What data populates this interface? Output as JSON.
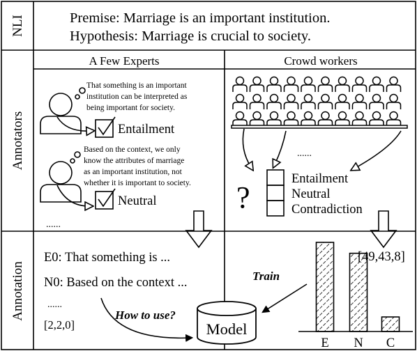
{
  "rows": {
    "nli": "NLI",
    "annotators": "Annotators",
    "annotation": "Annotation"
  },
  "nli": {
    "premise": "Premise: Marriage is an important institution.",
    "hypothesis": "Hypothesis: Marriage is crucial to society."
  },
  "columns": {
    "experts": "A Few Experts",
    "crowd": "Crowd workers"
  },
  "experts": {
    "thought1": [
      "That something is an important",
      "institution can be interpreted as",
      "being important for society."
    ],
    "label1": "Entailment",
    "thought2": [
      "Based on the context, we only",
      "know the attributes of marriage",
      "as an important institution, not",
      "whether it is important to society."
    ],
    "label2": "Neutral",
    "ellipsis": "......"
  },
  "crowd": {
    "ellipsis": "......",
    "question_mark": "?",
    "options": [
      "Entailment",
      "Neutral",
      "Contradiction"
    ]
  },
  "annotation": {
    "e0": "E0: That something is ...",
    "n0": "N0: Based on the context ...",
    "ellipsis": "......",
    "expert_counts": "[2,2,0]",
    "how_to_use": "How to use?",
    "model": "Model",
    "train": "Train",
    "crowd_counts": "[49,43,8]",
    "bar_labels": [
      "E",
      "N",
      "C"
    ]
  },
  "chart_data": {
    "type": "bar",
    "categories": [
      "E",
      "N",
      "C"
    ],
    "values": [
      49,
      43,
      8
    ],
    "title": "",
    "xlabel": "",
    "ylabel": ""
  }
}
